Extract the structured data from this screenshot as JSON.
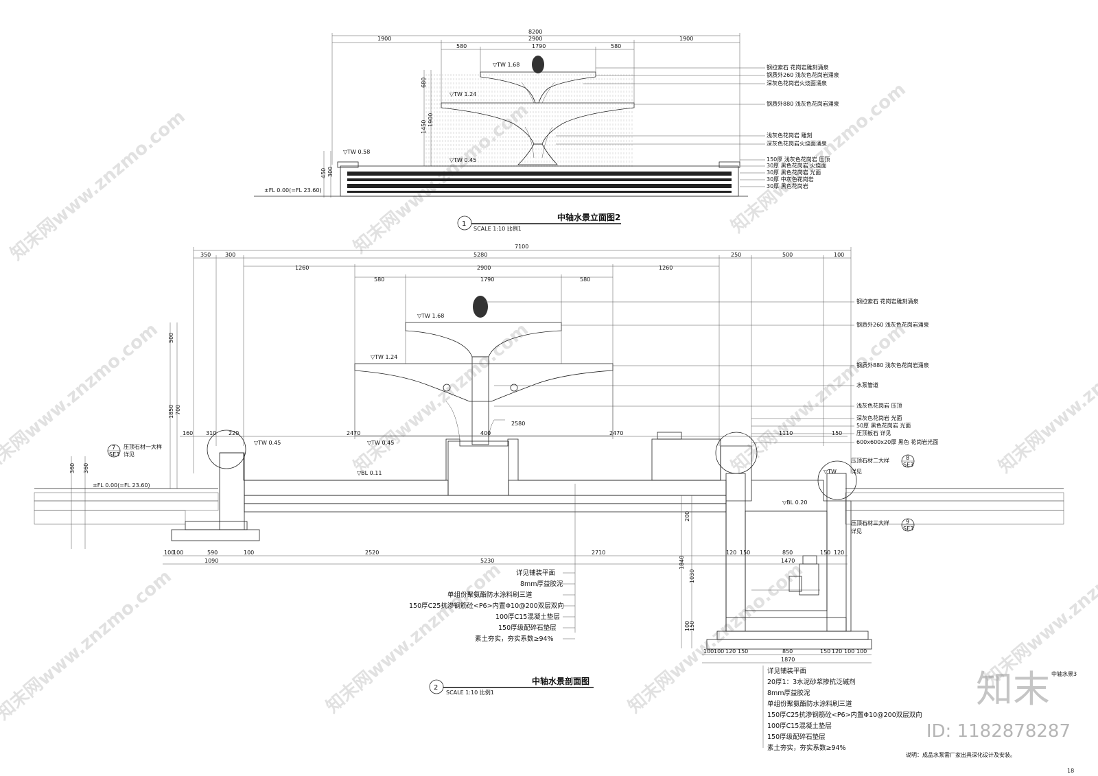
{
  "drawing1": {
    "number": "1",
    "title": "中轴水景立面图2",
    "scale": "SCALE 1:10 比例1",
    "dims_top": [
      "8200",
      "1900",
      "2900",
      "1900",
      "580",
      "1790",
      "580"
    ],
    "dims_left": [
      "680",
      "1450",
      "1900",
      "450",
      "300"
    ],
    "levels": [
      "▽TW 1.68",
      "▽TW 1.24",
      "▽TW 0.58",
      "▽TW 0.45",
      "±FL 0.00(=FL 23.60)"
    ],
    "notes": [
      "钢拉索石 花岗岩雕刻涌泉",
      "钢质外260 浅灰色花岗岩涌泉",
      "深灰色花岗岩火烧面涌泉",
      "钢质外880 浅灰色花岗岩涌泉",
      "浅灰色花岗岩 雕刻",
      "深灰色花岗岩火烧面涌泉",
      "150厚 浅灰色花岗岩 压顶",
      "30厚 黑色花岗岩 火烧面",
      "30厚 黑色花岗岩 光面",
      "30厚 中灰色花岗岩",
      "30厚 黑色花岗岩"
    ]
  },
  "drawing2": {
    "number": "2",
    "title": "中轴水景剖面图",
    "scale": "SCALE 1:10 比例1",
    "dims_top_total": "7100",
    "dims_top": [
      "350",
      "300",
      "5280",
      "250",
      "500",
      "100"
    ],
    "dims_mid": [
      "1260",
      "2900",
      "1260"
    ],
    "dims_inner": [
      "580",
      "1790",
      "580"
    ],
    "dims_pool": [
      "160",
      "310",
      "220",
      "2470",
      "400",
      "2470",
      "1110",
      "150"
    ],
    "dims_bottom": [
      "100",
      "100",
      "590",
      "100",
      "2520",
      "2710",
      "120",
      "150",
      "850",
      "150",
      "120"
    ],
    "dims_bottom_total": [
      "1090",
      "5230",
      "1470"
    ],
    "dims_pit_bottom": [
      "100",
      "100",
      "120",
      "150",
      "850",
      "150",
      "120",
      "100",
      "100"
    ],
    "dims_pit_total": "1870",
    "dims_left": [
      "360",
      "360",
      "1850",
      "500",
      "700"
    ],
    "dims_vertical": [
      "200",
      "1840",
      "1030",
      "100",
      "150"
    ],
    "levels": [
      "▽TW 1.68",
      "▽TW 1.24",
      "▽TW 0.45",
      "▽TW 0.45",
      "▽BL 0.11",
      "±FL 0.00(=FL 23.60)",
      "▽BL 0.20",
      "▽TW"
    ],
    "callouts": [
      {
        "num": "7",
        "sheet": "SE3",
        "label": "压顶石材一大样",
        "sub": "详见"
      },
      {
        "num": "8",
        "sheet": "SE3",
        "label": "压顶石材二大样",
        "sub": "详见"
      },
      {
        "num": "9",
        "sheet": "SE3",
        "label": "压顶石材三大样",
        "sub": "详见"
      }
    ],
    "right_notes": [
      "钢拉索石 花岗岩雕刻涌泉",
      "钢质外260 浅灰色花岗岩涌泉",
      "钢质外880 浅灰色花岗岩涌泉",
      "水泵管道",
      "浅灰色花岗岩 压顶",
      "深灰色花岗岩 光面",
      "50厚 黑色花岗岩 光面",
      "压顶板石 详见",
      "600x600x20厚 黑色 花岗岩光面"
    ],
    "layers_left": [
      "详见铺装平面",
      "8mm厚益胶泥",
      "单组份聚氨酯防水涂料刷三道",
      "150厚C25抗渗钢筋砼<P6>内置Φ10@200双层双向",
      "100厚C15混凝土垫层",
      "150厚级配碎石垫层",
      "素土夯实，夯实系数≥94%"
    ],
    "layers_right": [
      "详见铺装平面",
      "20厚1：3水泥砂浆掺抗泛碱剂",
      "8mm厚益胶泥",
      "单组份聚氨酯防水涂料刷三道",
      "150厚C25抗渗钢筋砼<P6>内置Φ10@200双层双向",
      "100厚C15混凝土垫层",
      "150厚级配碎石垫层",
      "素土夯实，夯实系数≥94%"
    ],
    "pit_label": "2580",
    "side_note": "说明：成品水泵需厂家出具深化设计及安装。"
  },
  "title_block": {
    "drawing_id": "中轴水景3",
    "page": "18"
  },
  "watermark": {
    "text": "知末网www.znzmo.com",
    "logo": "知末",
    "id": "ID: 1182878287"
  }
}
